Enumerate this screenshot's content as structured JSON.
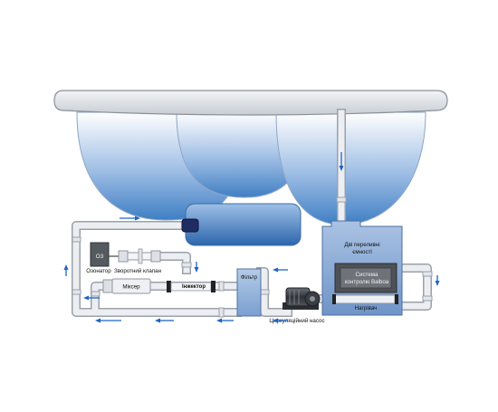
{
  "labels": {
    "ozonator_badge": "O3",
    "ozonator": "Озонатор",
    "check_valve": "Зворотний клапан",
    "mixer": "Міксер",
    "injector": "Інжектор",
    "filter": "Фільтр",
    "overflow_tank_line1": "Дві переливні",
    "overflow_tank_line2": "ємності",
    "control_system_line1": "Система",
    "control_system_line2": "контролю Balboa",
    "heater": "Нагрівач",
    "circulation_pump": "Циркуляційний насос"
  },
  "colors": {
    "pipe": "#eceef2",
    "pipe_edge": "#a7adb7",
    "flow_arrow": "#1f63c6",
    "water_top": "#ffffff",
    "water_bottom": "#2f6fb8",
    "tank_box": "#7fa3d2",
    "tank_edge": "#4b6f9f",
    "control_box": "#5a5a5a",
    "rim": "#d7dade"
  }
}
